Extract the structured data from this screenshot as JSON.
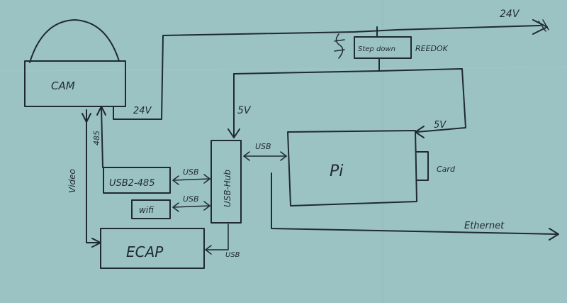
{
  "labels": {
    "cam": "CAM",
    "supply_24v_top": "24V",
    "supply_24v_cam": "24V",
    "step_down": "Step down",
    "reedok": "REEDOK",
    "five_v_hub": "5V",
    "five_v_pi": "5V",
    "rs485": "485",
    "video": "Video",
    "usb_rs485": "USB2-485",
    "wifi": "wifi",
    "usb_a": "USB",
    "usb_b": "USB",
    "usb_hub_conn": "USB",
    "usb_ecap": "USB",
    "usb_hub": "USB-Hub",
    "pi": "Pi",
    "card": "Card",
    "ecap": "ECAP",
    "ethernet": "Ethernet"
  }
}
